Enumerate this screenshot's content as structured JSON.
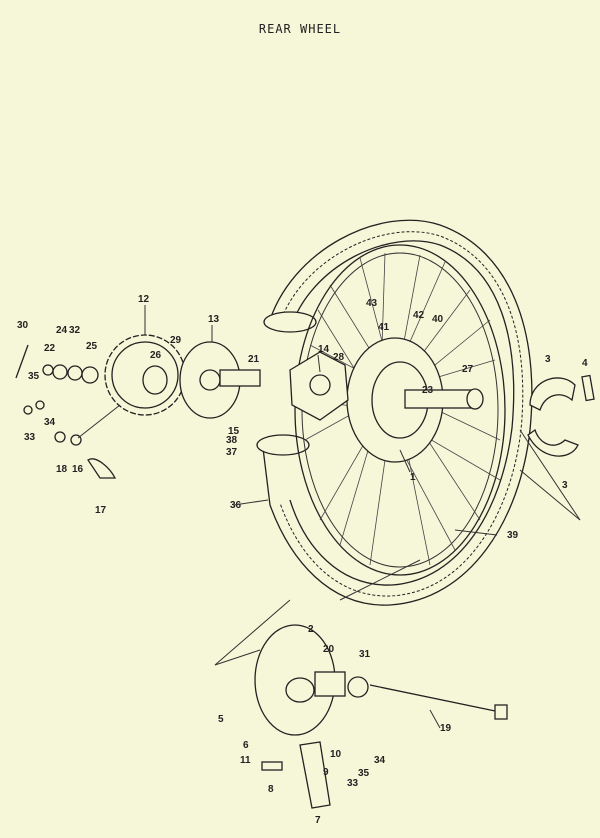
{
  "title": "REAR WHEEL",
  "callouts": [
    "1",
    "2",
    "3",
    "3",
    "4",
    "5",
    "6",
    "7",
    "8",
    "9",
    "10",
    "11",
    "12",
    "13",
    "14",
    "15",
    "16",
    "17",
    "18",
    "19",
    "20",
    "21",
    "22",
    "23",
    "24",
    "25",
    "26",
    "27",
    "28",
    "29",
    "30",
    "31",
    "32",
    "33",
    "33",
    "34",
    "34",
    "35",
    "35",
    "36",
    "37",
    "38",
    "39",
    "40",
    "41",
    "42",
    "43"
  ]
}
